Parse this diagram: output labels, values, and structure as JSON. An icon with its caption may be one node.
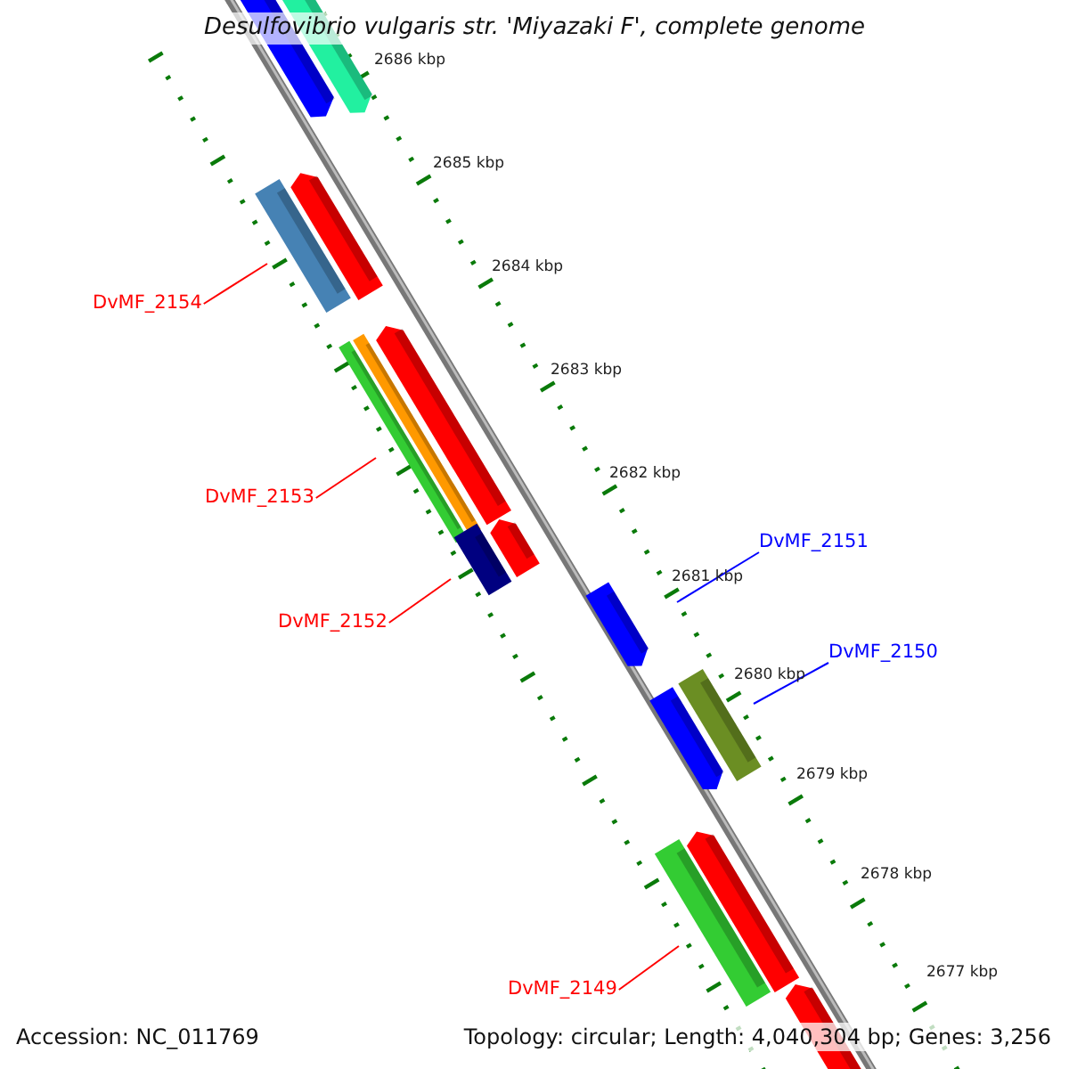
{
  "diagram": {
    "title": "Desulfovibrio vulgaris str. 'Miyazaki F', complete genome",
    "nodes": [
      {
        "text": [
          "DvMF_2154"
        ]
      },
      {
        "text": [
          "DvMF_2153"
        ]
      },
      {
        "text": [
          "DvMF_2152"
        ]
      },
      {
        "text": [
          "DvMF_2151"
        ]
      },
      {
        "text": [
          "DvMF_2150"
        ]
      },
      {
        "text": [
          "DvMF_2149"
        ]
      }
    ],
    "edges": [
      {
        "from": 0,
        "to": null,
        "arrow": "none"
      },
      {
        "from": 1,
        "to": null,
        "arrow": "none"
      },
      {
        "from": 2,
        "to": null,
        "arrow": "none"
      },
      {
        "from": 3,
        "to": null,
        "arrow": "none",
        "color": "#0000ff"
      },
      {
        "from": 4,
        "to": null,
        "arrow": "none",
        "color": "#0000ff"
      },
      {
        "from": 5,
        "to": null,
        "arrow": "none"
      }
    ],
    "labels": [
      "2686 kbp",
      "2685 kbp",
      "2684 kbp",
      "2683 kbp",
      "2682 kbp",
      "2681 kbp",
      "2680 kbp",
      "2679 kbp",
      "2678 kbp",
      "2677 kbp",
      "Accession: NC_011769",
      "Topology: circular; Length: 4,040,304 bp; Genes: 3,256"
    ]
  }
}
